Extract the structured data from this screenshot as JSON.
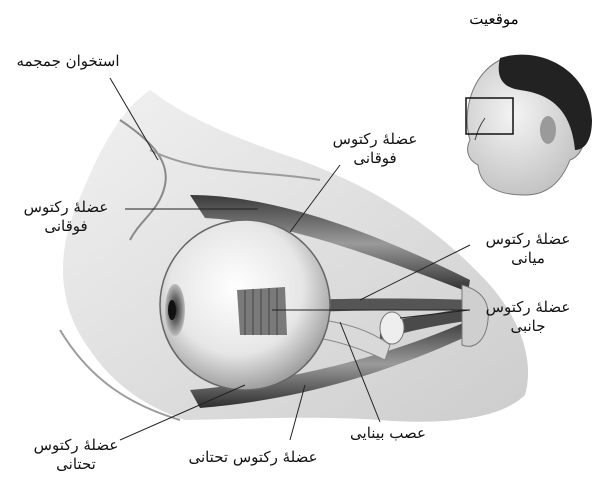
{
  "diagram": {
    "inset_title": "موقعیت",
    "labels": {
      "skull_bone": "استخوان جمجمه",
      "superior_rectus_top": [
        "عضلهٔ رکتوس",
        "فوقانی"
      ],
      "superior_rectus_left": [
        "عضلهٔ رکتوس",
        "فوقانی"
      ],
      "medial_rectus": [
        "عضلهٔ رکتوس",
        "میانی"
      ],
      "lateral_rectus": [
        "عضلهٔ رکتوس",
        "جانبی"
      ],
      "optic_nerve": "عصب بینایی",
      "inferior_rectus_bottom": "عضلهٔ رکتوس تحتانی",
      "inferior_rectus_left": [
        "عضلهٔ رکتوس",
        "تحتانی"
      ]
    }
  }
}
